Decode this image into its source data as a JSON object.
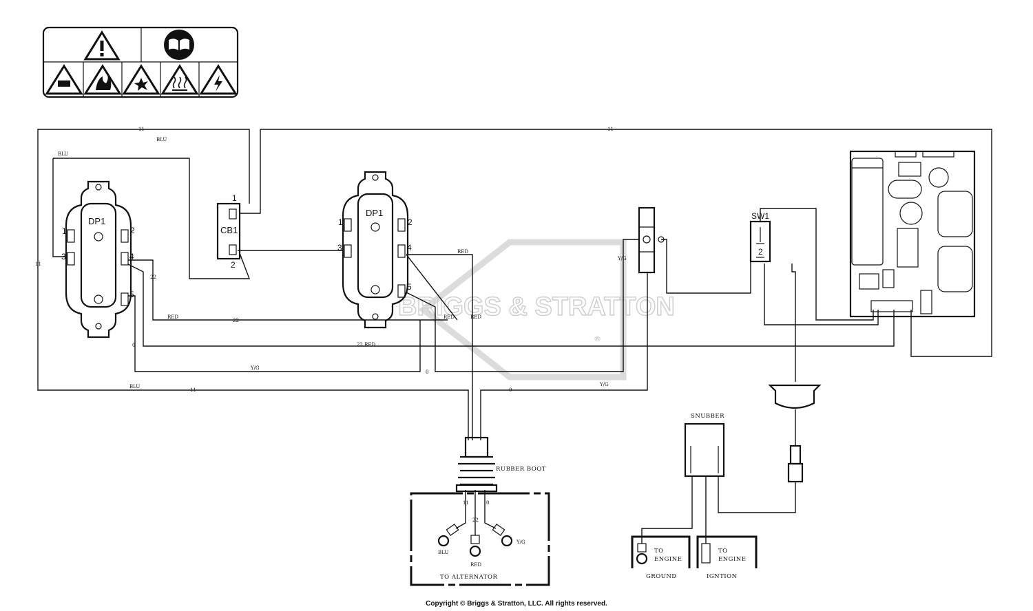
{
  "labels": {
    "dp1_left": "DP1",
    "dp1_mid": "DP1",
    "cb1": "CB1",
    "sw1": "SW1",
    "snubber": "SNUBBER",
    "rubber_boot": "RUBBER BOOT",
    "to_alternator": "TO ALTERNATOR",
    "to_engine": "TO",
    "engine": "ENGINE",
    "ground": "GROUND",
    "ignition": "IGNTION",
    "watermark": "BRIGGS & STRATTON",
    "registered": "®"
  },
  "pins": {
    "p1": "1",
    "p2": "2",
    "p3": "3",
    "p4": "4",
    "p5": "5"
  },
  "wires": {
    "w11": "11",
    "w22": "22",
    "w0": "0",
    "blu": "BLU",
    "red": "RED",
    "yg": "Y/G",
    "red_22": "22  RED"
  },
  "copyright": "Copyright © Briggs & Stratton, LLC. All rights reserved.",
  "safety_icons": [
    "warning-icon",
    "read-manual-icon",
    "hand-hazard-icon",
    "fire-icon",
    "explosion-icon",
    "hot-surface-icon",
    "electric-shock-icon"
  ]
}
